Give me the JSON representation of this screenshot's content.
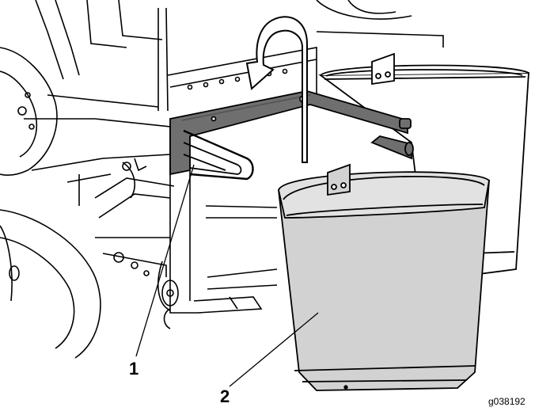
{
  "figure": {
    "callouts": [
      {
        "number": "1"
      },
      {
        "number": "2"
      }
    ],
    "figure_id": "g038192",
    "colors": {
      "line": "#000000",
      "bracket_fill": "#6f6f6f",
      "bin_fill": "#d2d2d2",
      "background": "#ffffff"
    },
    "icons": [
      "rotate-arrow-icon"
    ]
  }
}
